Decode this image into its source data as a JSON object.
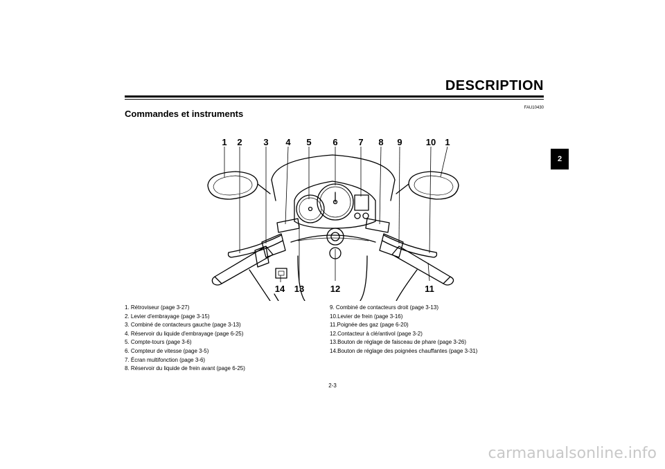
{
  "header": {
    "section_title": "DESCRIPTION",
    "doc_code": "FAU10430",
    "heading": "Commandes et instruments",
    "chapter_tab": "2"
  },
  "figure": {
    "callouts": [
      "1",
      "2",
      "3",
      "4",
      "5",
      "6",
      "7",
      "8",
      "9",
      "10",
      "1",
      "14",
      "13",
      "12",
      "11"
    ]
  },
  "legend": {
    "left": [
      "1.  Rétroviseur (page 3-27)",
      "2.  Levier d'embrayage (page 3-15)",
      "3.  Combiné de contacteurs gauche (page 3-13)",
      "4.  Réservoir du liquide d'embrayage (page 6-25)",
      "5.  Compte-tours (page 3-6)",
      "6.  Compteur de vitesse (page 3-5)",
      "7.  Écran multifonction (page 3-6)",
      "8.  Réservoir du liquide de frein avant (page 6-25)"
    ],
    "right": [
      "9.  Combiné de contacteurs droit (page 3-13)",
      "10.Levier de frein (page 3-16)",
      "11.Poignée des gaz (page 6-20)",
      "12.Contacteur à clé/antivol (page 3-2)",
      "13.Bouton de réglage de faisceau de phare (page 3-26)",
      "14.Bouton de réglage des poignées chauffantes (page 3-31)"
    ]
  },
  "footer": {
    "page_number": "2-3",
    "watermark": "carmanualsonline.info"
  }
}
